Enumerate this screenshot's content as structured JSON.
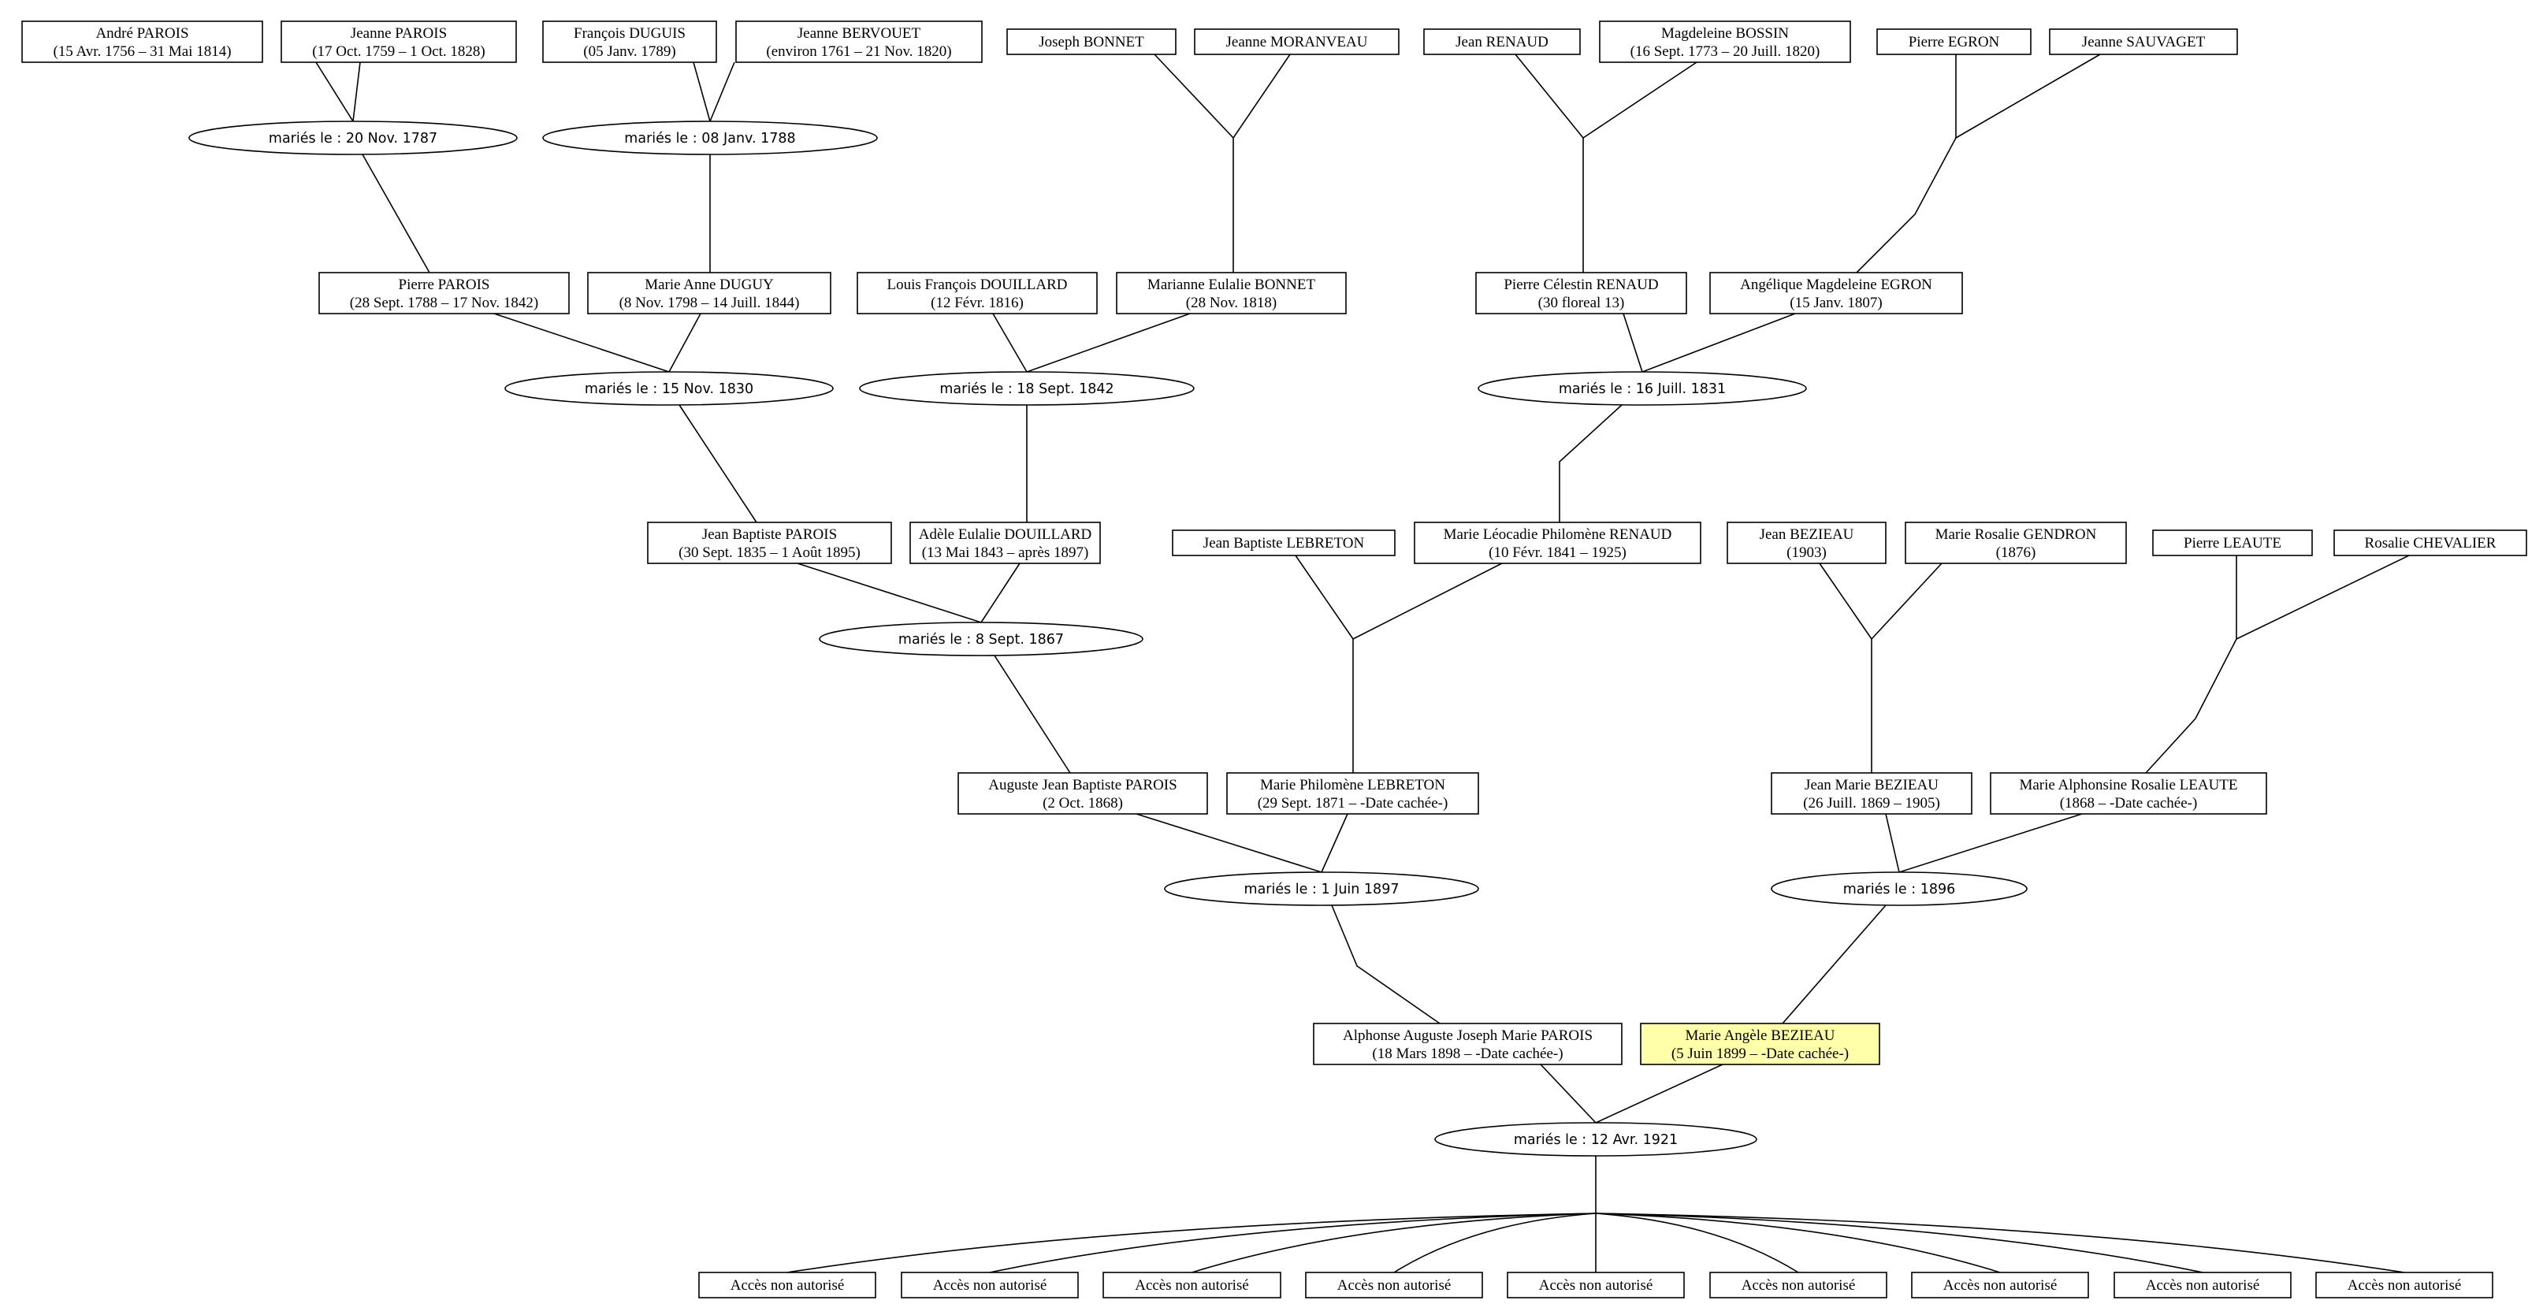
{
  "colors": {
    "highlight": "#ffffaa",
    "line": "#000000",
    "background": "#ffffff"
  },
  "persons": [
    {
      "id": "p1",
      "name": "André PAROIS",
      "dates": "(15 Avr. 1756 – 31 Mai 1814)"
    },
    {
      "id": "p2",
      "name": "Jeanne PAROIS",
      "dates": "(17 Oct. 1759 – 1 Oct. 1828)"
    },
    {
      "id": "p3",
      "name": "François DUGUIS",
      "dates": "(05 Janv. 1789)"
    },
    {
      "id": "p4",
      "name": "Jeanne BERVOUET",
      "dates": "(environ 1761 – 21 Nov. 1820)"
    },
    {
      "id": "p5",
      "name": "Joseph BONNET",
      "dates": ""
    },
    {
      "id": "p6",
      "name": "Jeanne MORANVEAU",
      "dates": ""
    },
    {
      "id": "p7",
      "name": "Jean RENAUD",
      "dates": ""
    },
    {
      "id": "p8",
      "name": "Magdeleine BOSSIN",
      "dates": "(16 Sept. 1773 – 20 Juill. 1820)"
    },
    {
      "id": "p9",
      "name": "Pierre EGRON",
      "dates": ""
    },
    {
      "id": "p10",
      "name": "Jeanne SAUVAGET",
      "dates": ""
    },
    {
      "id": "p11",
      "name": "Pierre PAROIS",
      "dates": "(28 Sept. 1788 – 17 Nov. 1842)"
    },
    {
      "id": "p12",
      "name": "Marie Anne DUGUY",
      "dates": "(8 Nov. 1798 – 14 Juill. 1844)"
    },
    {
      "id": "p13",
      "name": "Louis François DOUILLARD",
      "dates": "(12 Févr. 1816)"
    },
    {
      "id": "p14",
      "name": "Marianne Eulalie BONNET",
      "dates": "(28 Nov. 1818)"
    },
    {
      "id": "p15",
      "name": "Pierre Célestin RENAUD",
      "dates": "(30 floreal 13)"
    },
    {
      "id": "p16",
      "name": "Angélique Magdeleine EGRON",
      "dates": "(15 Janv. 1807)"
    },
    {
      "id": "p17",
      "name": "Jean Baptiste PAROIS",
      "dates": "(30 Sept. 1835 – 1 Août 1895)"
    },
    {
      "id": "p18",
      "name": "Adèle Eulalie DOUILLARD",
      "dates": "(13 Mai 1843 – après 1897)"
    },
    {
      "id": "p19",
      "name": "Jean Baptiste LEBRETON",
      "dates": ""
    },
    {
      "id": "p20",
      "name": "Marie Léocadie Philomène RENAUD",
      "dates": "(10 Févr. 1841 – 1925)"
    },
    {
      "id": "p21",
      "name": "Jean BEZIEAU",
      "dates": "(1903)"
    },
    {
      "id": "p22",
      "name": "Marie Rosalie GENDRON",
      "dates": "(1876)"
    },
    {
      "id": "p23",
      "name": "Pierre LEAUTE",
      "dates": ""
    },
    {
      "id": "p24",
      "name": "Rosalie CHEVALIER",
      "dates": ""
    },
    {
      "id": "p25",
      "name": "Auguste Jean Baptiste PAROIS",
      "dates": "(2 Oct. 1868)"
    },
    {
      "id": "p26",
      "name": "Marie Philomène LEBRETON",
      "dates": "(29 Sept. 1871 – -Date cachée-)"
    },
    {
      "id": "p27",
      "name": "Jean Marie BEZIEAU",
      "dates": "(26 Juill. 1869 – 1905)"
    },
    {
      "id": "p28",
      "name": "Marie Alphonsine Rosalie LEAUTE",
      "dates": "(1868 – -Date cachée-)"
    },
    {
      "id": "p29",
      "name": "Alphonse Auguste Joseph Marie PAROIS",
      "dates": "(18 Mars 1898 – -Date cachée-)"
    },
    {
      "id": "p30",
      "name": "Marie Angèle BEZIEAU",
      "dates": "(5 Juin 1899 – -Date cachée-)",
      "highlight": true
    },
    {
      "id": "c1",
      "name": "Accès non autorisé",
      "dates": ""
    },
    {
      "id": "c2",
      "name": "Accès non autorisé",
      "dates": ""
    },
    {
      "id": "c3",
      "name": "Accès non autorisé",
      "dates": ""
    },
    {
      "id": "c4",
      "name": "Accès non autorisé",
      "dates": ""
    },
    {
      "id": "c5",
      "name": "Accès non autorisé",
      "dates": ""
    },
    {
      "id": "c6",
      "name": "Accès non autorisé",
      "dates": ""
    },
    {
      "id": "c7",
      "name": "Accès non autorisé",
      "dates": ""
    },
    {
      "id": "c8",
      "name": "Accès non autorisé",
      "dates": ""
    },
    {
      "id": "c9",
      "name": "Accès non autorisé",
      "dates": ""
    }
  ],
  "marriages": [
    {
      "id": "m1",
      "label": "mariés le : 20 Nov. 1787",
      "partners": [
        "p1",
        "p2"
      ],
      "child": "p11"
    },
    {
      "id": "m2",
      "label": "mariés le : 08 Janv. 1788",
      "partners": [
        "p3",
        "p4"
      ],
      "child": "p12"
    },
    {
      "id": "m3",
      "label": "",
      "partners": [
        "p5",
        "p6"
      ],
      "child": "p14"
    },
    {
      "id": "m4",
      "label": "",
      "partners": [
        "p7",
        "p8"
      ],
      "child": "p15"
    },
    {
      "id": "m5",
      "label": "",
      "partners": [
        "p9",
        "p10"
      ],
      "child": "p16"
    },
    {
      "id": "m6",
      "label": "mariés le : 15 Nov. 1830",
      "partners": [
        "p11",
        "p12"
      ],
      "child": "p17"
    },
    {
      "id": "m7",
      "label": "mariés le : 18 Sept. 1842",
      "partners": [
        "p13",
        "p14"
      ],
      "child": "p18"
    },
    {
      "id": "m8",
      "label": "mariés le : 16 Juill. 1831",
      "partners": [
        "p15",
        "p16"
      ],
      "child": "p20"
    },
    {
      "id": "m9",
      "label": "mariés le : 8 Sept. 1867",
      "partners": [
        "p17",
        "p18"
      ],
      "child": "p25"
    },
    {
      "id": "m10",
      "label": "",
      "partners": [
        "p19",
        "p20"
      ],
      "child": "p26"
    },
    {
      "id": "m11",
      "label": "",
      "partners": [
        "p21",
        "p22"
      ],
      "child": "p27"
    },
    {
      "id": "m12",
      "label": "",
      "partners": [
        "p23",
        "p24"
      ],
      "child": "p28"
    },
    {
      "id": "m13",
      "label": "mariés le : 1 Juin 1897",
      "partners": [
        "p25",
        "p26"
      ],
      "child": "p29"
    },
    {
      "id": "m14",
      "label": "mariés le : 1896",
      "partners": [
        "p27",
        "p28"
      ],
      "child": "p30"
    },
    {
      "id": "m15",
      "label": "mariés le : 12 Avr. 1921",
      "partners": [
        "p29",
        "p30"
      ],
      "children": [
        "c1",
        "c2",
        "c3",
        "c4",
        "c5",
        "c6",
        "c7",
        "c8",
        "c9"
      ]
    }
  ]
}
